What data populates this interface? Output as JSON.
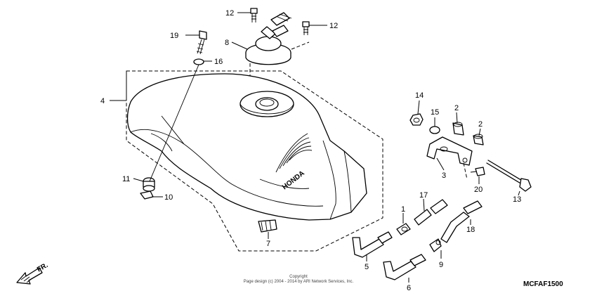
{
  "diagram": {
    "callouts": {
      "p1": "1",
      "p2a": "2",
      "p2b": "2",
      "p3": "3",
      "p4": "4",
      "p5": "5",
      "p6": "6",
      "p7": "7",
      "p8": "8",
      "p9": "9",
      "p10": "10",
      "p11": "11",
      "p12a": "12",
      "p12b": "12",
      "p13": "13",
      "p14": "14",
      "p15": "15",
      "p16": "16",
      "p17": "17",
      "p18": "18",
      "p19": "19",
      "p20": "20"
    },
    "tank_logo": "HONDA",
    "direction_label": "FR.",
    "copyright_line1": "Copyright",
    "copyright_line2": "Page design (c) 2004 - 2014 by ARI Network Services, Inc.",
    "diagram_code": "MCFAF1500"
  }
}
